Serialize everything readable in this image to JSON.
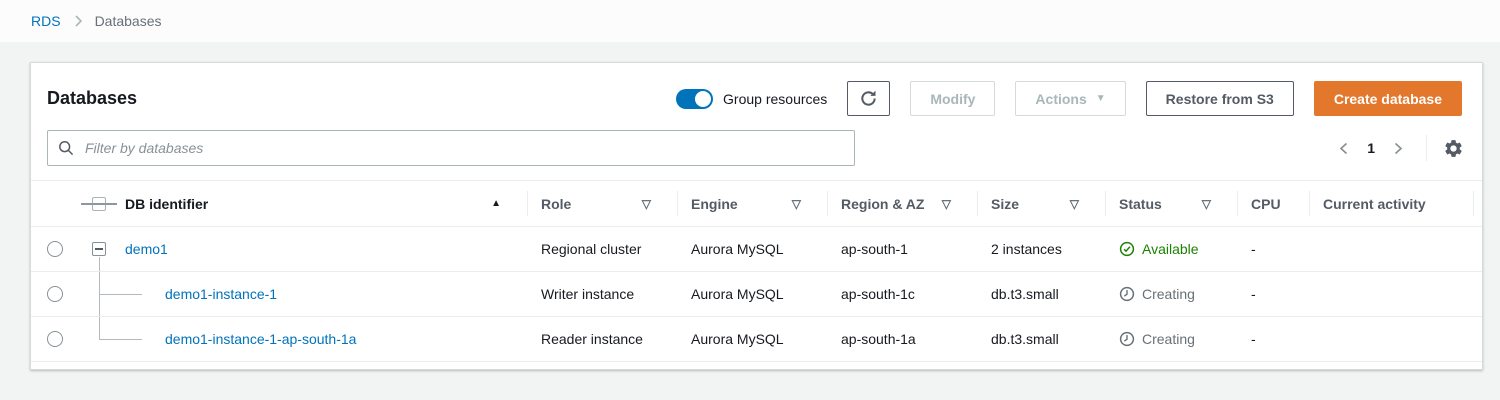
{
  "breadcrumb": {
    "items": [
      {
        "label": "RDS"
      },
      {
        "label": "Databases"
      }
    ]
  },
  "header": {
    "title": "Databases",
    "group_toggle_label": "Group resources",
    "group_toggle_state": "on",
    "modify_button": "Modify",
    "actions_button": "Actions",
    "restore_button": "Restore from S3",
    "create_button": "Create database"
  },
  "filter": {
    "placeholder": "Filter by databases"
  },
  "pagination": {
    "page": "1"
  },
  "icons": {
    "sort_ascending": "▲",
    "sort_descending": "▽",
    "actions_caret": "▼"
  },
  "table": {
    "columns": [
      {
        "label": "DB identifier",
        "sorted": "ascending"
      },
      {
        "label": "Role",
        "sortable": true
      },
      {
        "label": "Engine",
        "sortable": true
      },
      {
        "label": "Region & AZ",
        "sortable": true
      },
      {
        "label": "Size",
        "sortable": true
      },
      {
        "label": "Status",
        "sortable": true
      },
      {
        "label": "CPU",
        "sortable": false
      },
      {
        "label": "Current activity",
        "sortable": false
      }
    ],
    "rows": [
      {
        "db_identifier": "demo1",
        "type": "cluster",
        "role": "Regional cluster",
        "engine": "Aurora MySQL",
        "region_az": "ap-south-1",
        "size": "2 instances",
        "status": "Available",
        "status_type": "available",
        "cpu": "-",
        "current_activity": ""
      },
      {
        "db_identifier": "demo1-instance-1",
        "type": "instance",
        "role": "Writer instance",
        "engine": "Aurora MySQL",
        "region_az": "ap-south-1c",
        "size": "db.t3.small",
        "status": "Creating",
        "status_type": "creating",
        "cpu": "-",
        "current_activity": ""
      },
      {
        "db_identifier": "demo1-instance-1-ap-south-1a",
        "type": "instance",
        "role": "Reader instance",
        "engine": "Aurora MySQL",
        "region_az": "ap-south-1a",
        "size": "db.t3.small",
        "status": "Creating",
        "status_type": "creating",
        "cpu": "-",
        "current_activity": ""
      }
    ]
  },
  "colors": {
    "accent_orange": "#e3782c",
    "link_blue": "#0073bb",
    "success_green": "#1d8102",
    "pending_gray": "#687078"
  }
}
